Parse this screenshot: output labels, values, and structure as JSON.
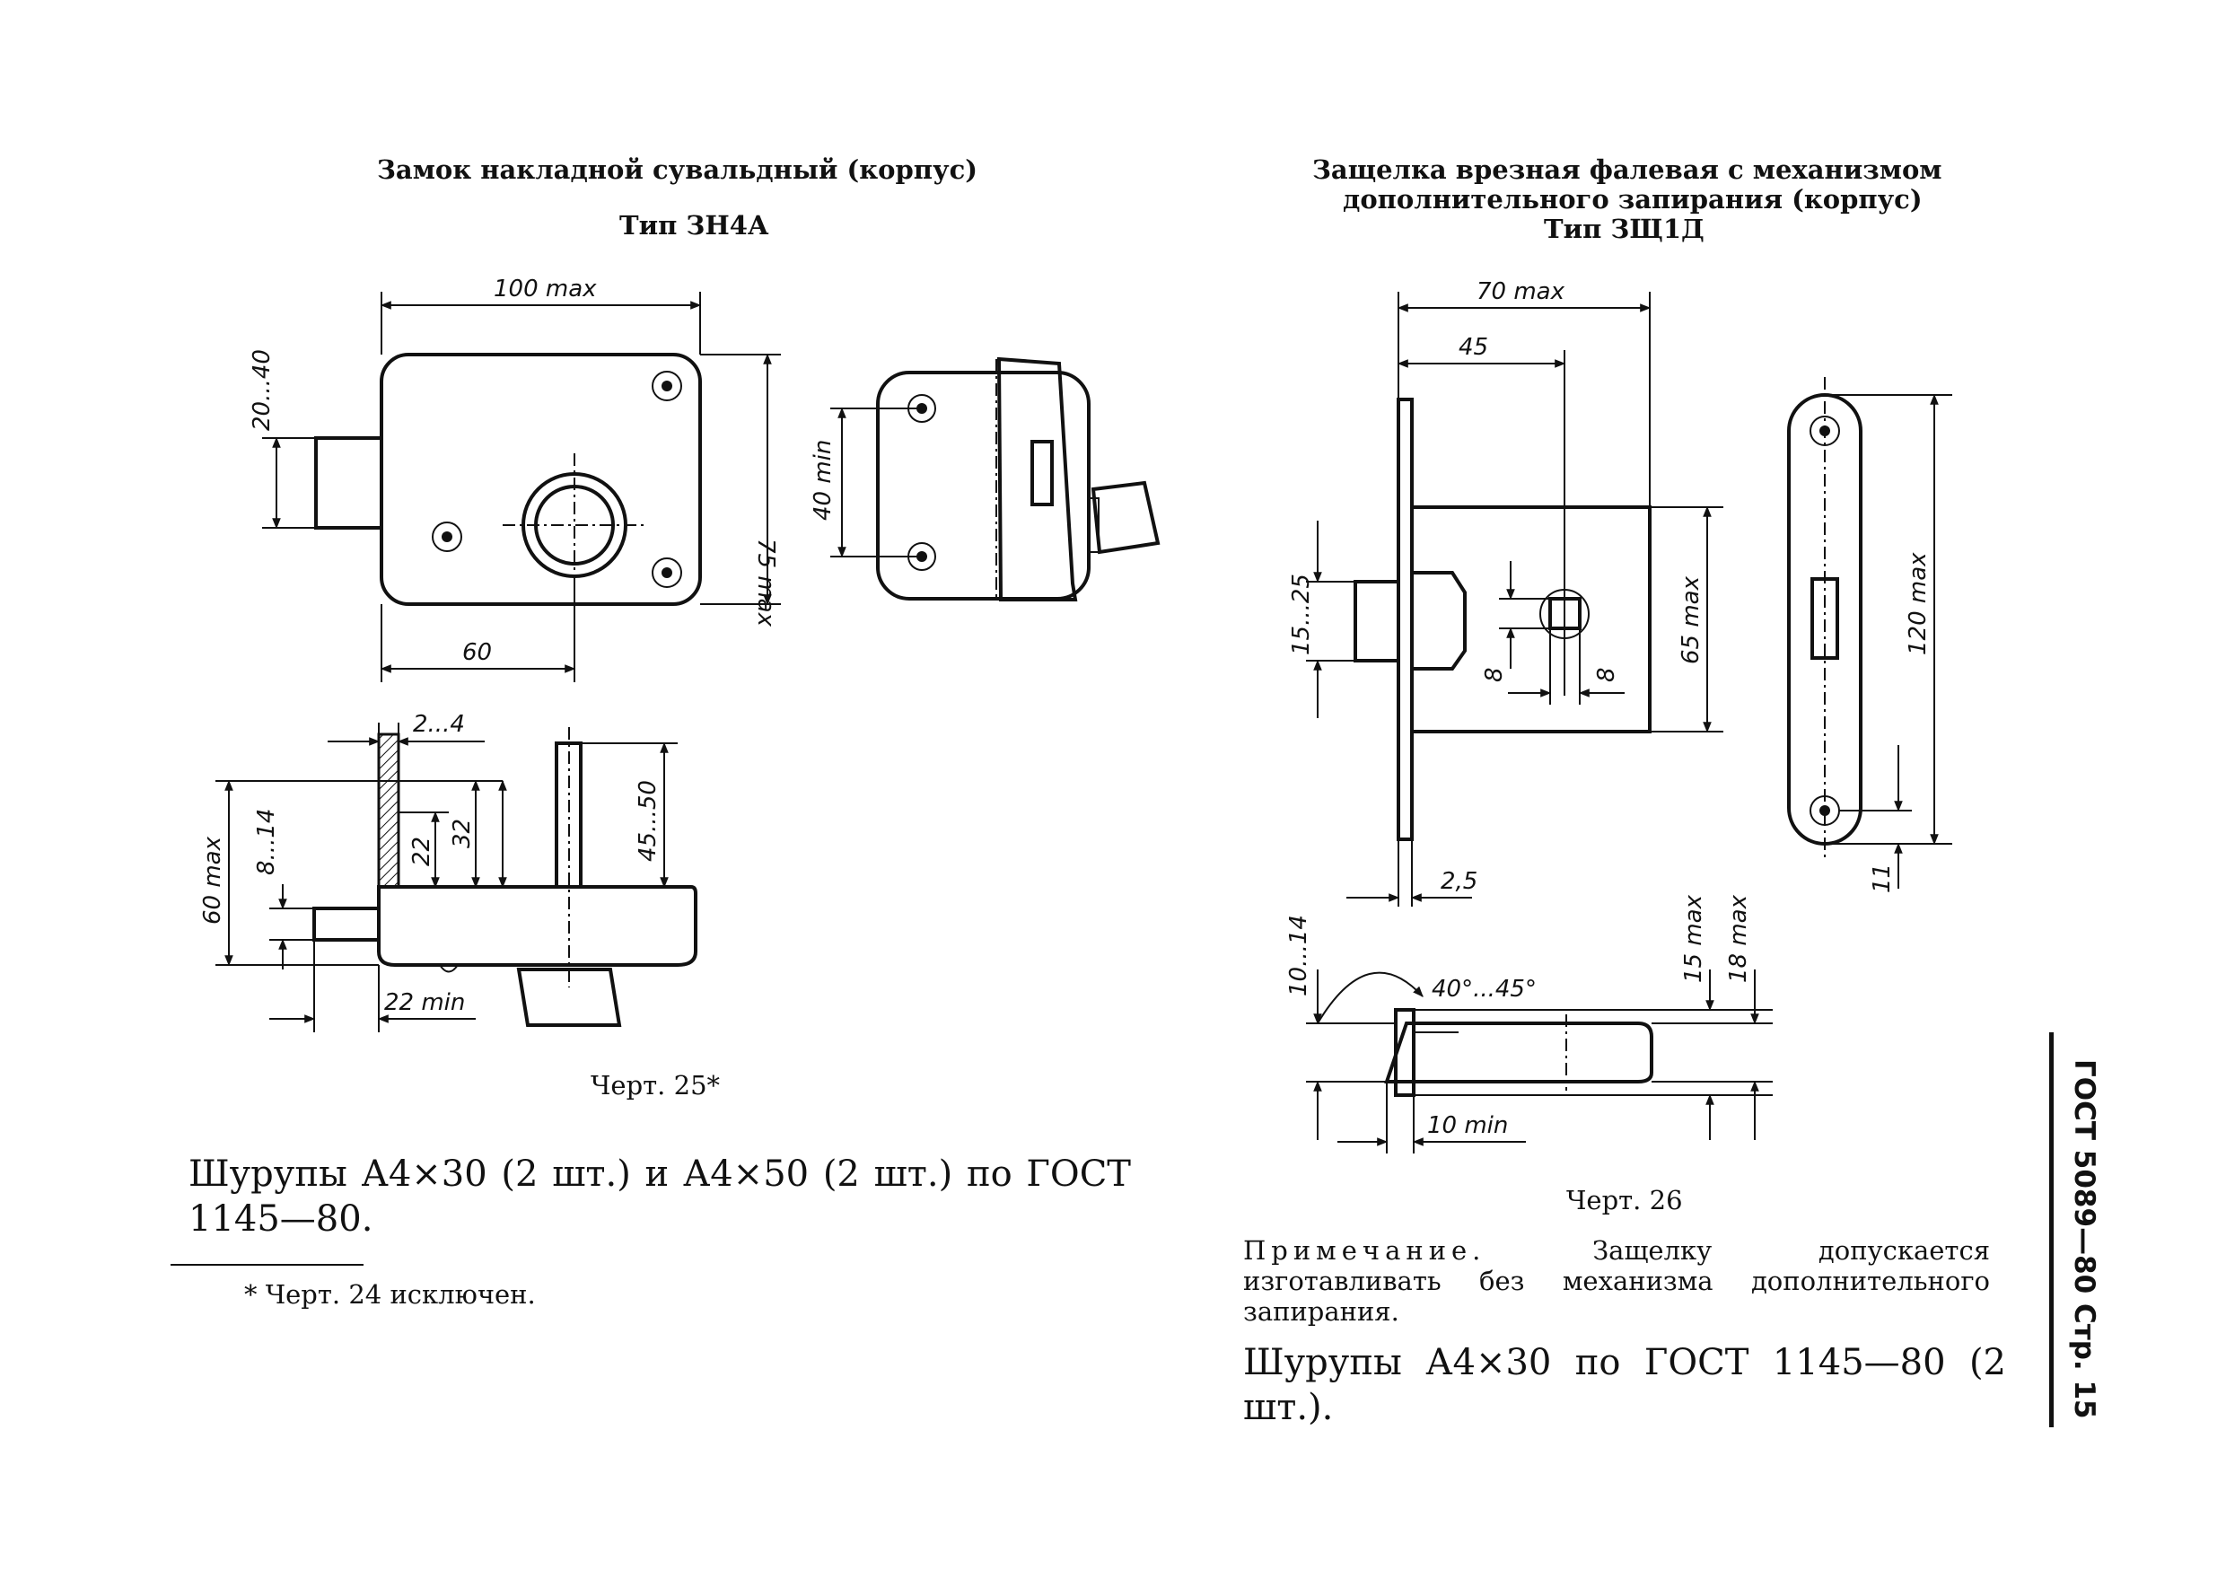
{
  "left": {
    "title": "Замок накладной сувальдный (корпус)",
    "type": "Тип ЗН4А",
    "dims": {
      "w100": "100 max",
      "h20_40": "20...40",
      "h75": "75 max",
      "w60": "60",
      "h40": "40 min",
      "d2_4": "2...4",
      "h60": "60 max",
      "h8_14": "8...14",
      "h22": "22",
      "h32": "32",
      "h45_50": "45...50",
      "w22": "22 min"
    },
    "caption": "Черт. 25*",
    "screws": "Шурупы А4⨯30 (2 шт.) и А4⨯50 (2 шт.) по ГОСТ 1145—80.",
    "footnote": "* Черт. 24 исключен."
  },
  "right": {
    "title_line1": "Защелка врезная фалевая с механизмом",
    "title_line2": "дополнительного запирания (корпус)",
    "type": "Тип ЗЩ1Д",
    "dims": {
      "w70": "70 max",
      "w45": "45",
      "h15_25": "15...25",
      "h8a": "8",
      "w8b": "8",
      "h65": "65 max",
      "h120": "120 max",
      "h11": "11",
      "w2_5": "2,5",
      "h10_14": "10...14",
      "angle": "40°...45°",
      "h15": "15 max",
      "h18": "18 max",
      "w10": "10 min"
    },
    "caption": "Черт. 26",
    "note_label": "Примечание.",
    "note_text": "Защелку допускается изготавливать без механизма дополнительного запирания.",
    "screws": "Шурупы А4⨯30 по ГОСТ 1145—80 (2 шт.)."
  },
  "margin": {
    "page_ref": "ГОСТ 5089—80 Стр. 15"
  }
}
